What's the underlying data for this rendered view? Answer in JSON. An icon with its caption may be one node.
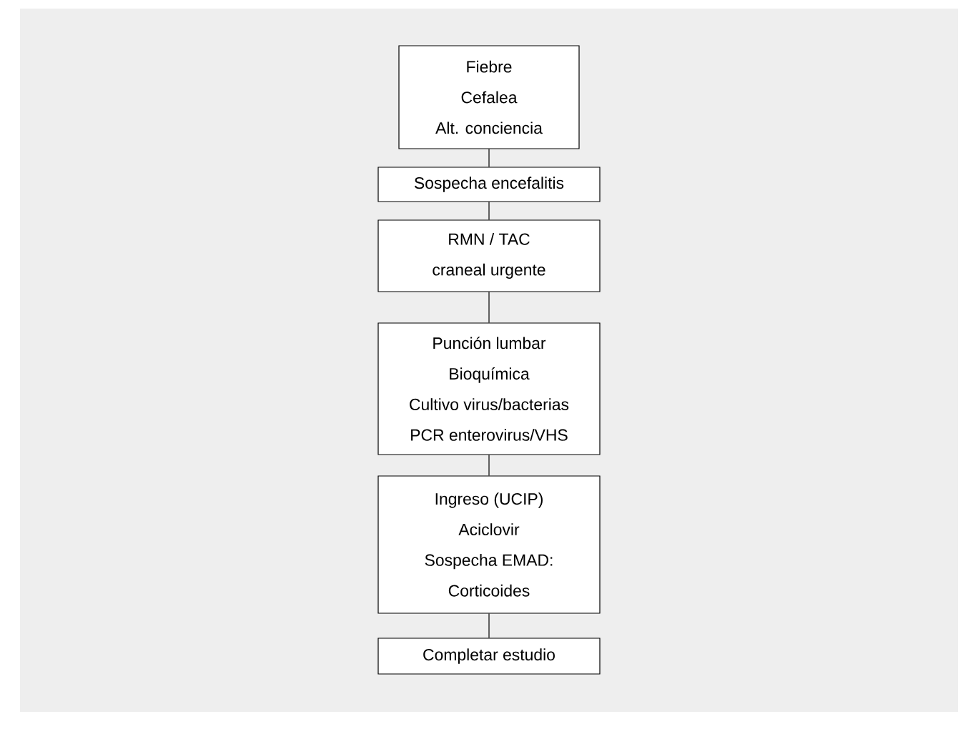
{
  "diagram": {
    "nodes": [
      {
        "text": [
          "Fiebre",
          "Cefalea",
          "Alt. conciencia"
        ]
      },
      {
        "text": [
          "Sospecha encefalitis"
        ]
      },
      {
        "text": [
          "RMN / TAC",
          "craneal urgente"
        ]
      },
      {
        "text": [
          "Punción lumbar",
          "Bioquímica",
          "Cultivo virus/bacterias",
          "PCR enterovirus/VHS"
        ]
      },
      {
        "text": [
          "Ingreso (UCIP)",
          "Aciclovir",
          "Sospecha EMAD:",
          "Corticoides"
        ]
      },
      {
        "text": [
          "Completar estudio"
        ]
      }
    ],
    "edges": [
      {
        "from": 0,
        "to": 1,
        "arrow": "none"
      },
      {
        "from": 1,
        "to": 2,
        "arrow": "none"
      },
      {
        "from": 2,
        "to": 3,
        "arrow": "none"
      },
      {
        "from": 3,
        "to": 4,
        "arrow": "none"
      },
      {
        "from": 4,
        "to": 5,
        "arrow": "none"
      }
    ]
  }
}
